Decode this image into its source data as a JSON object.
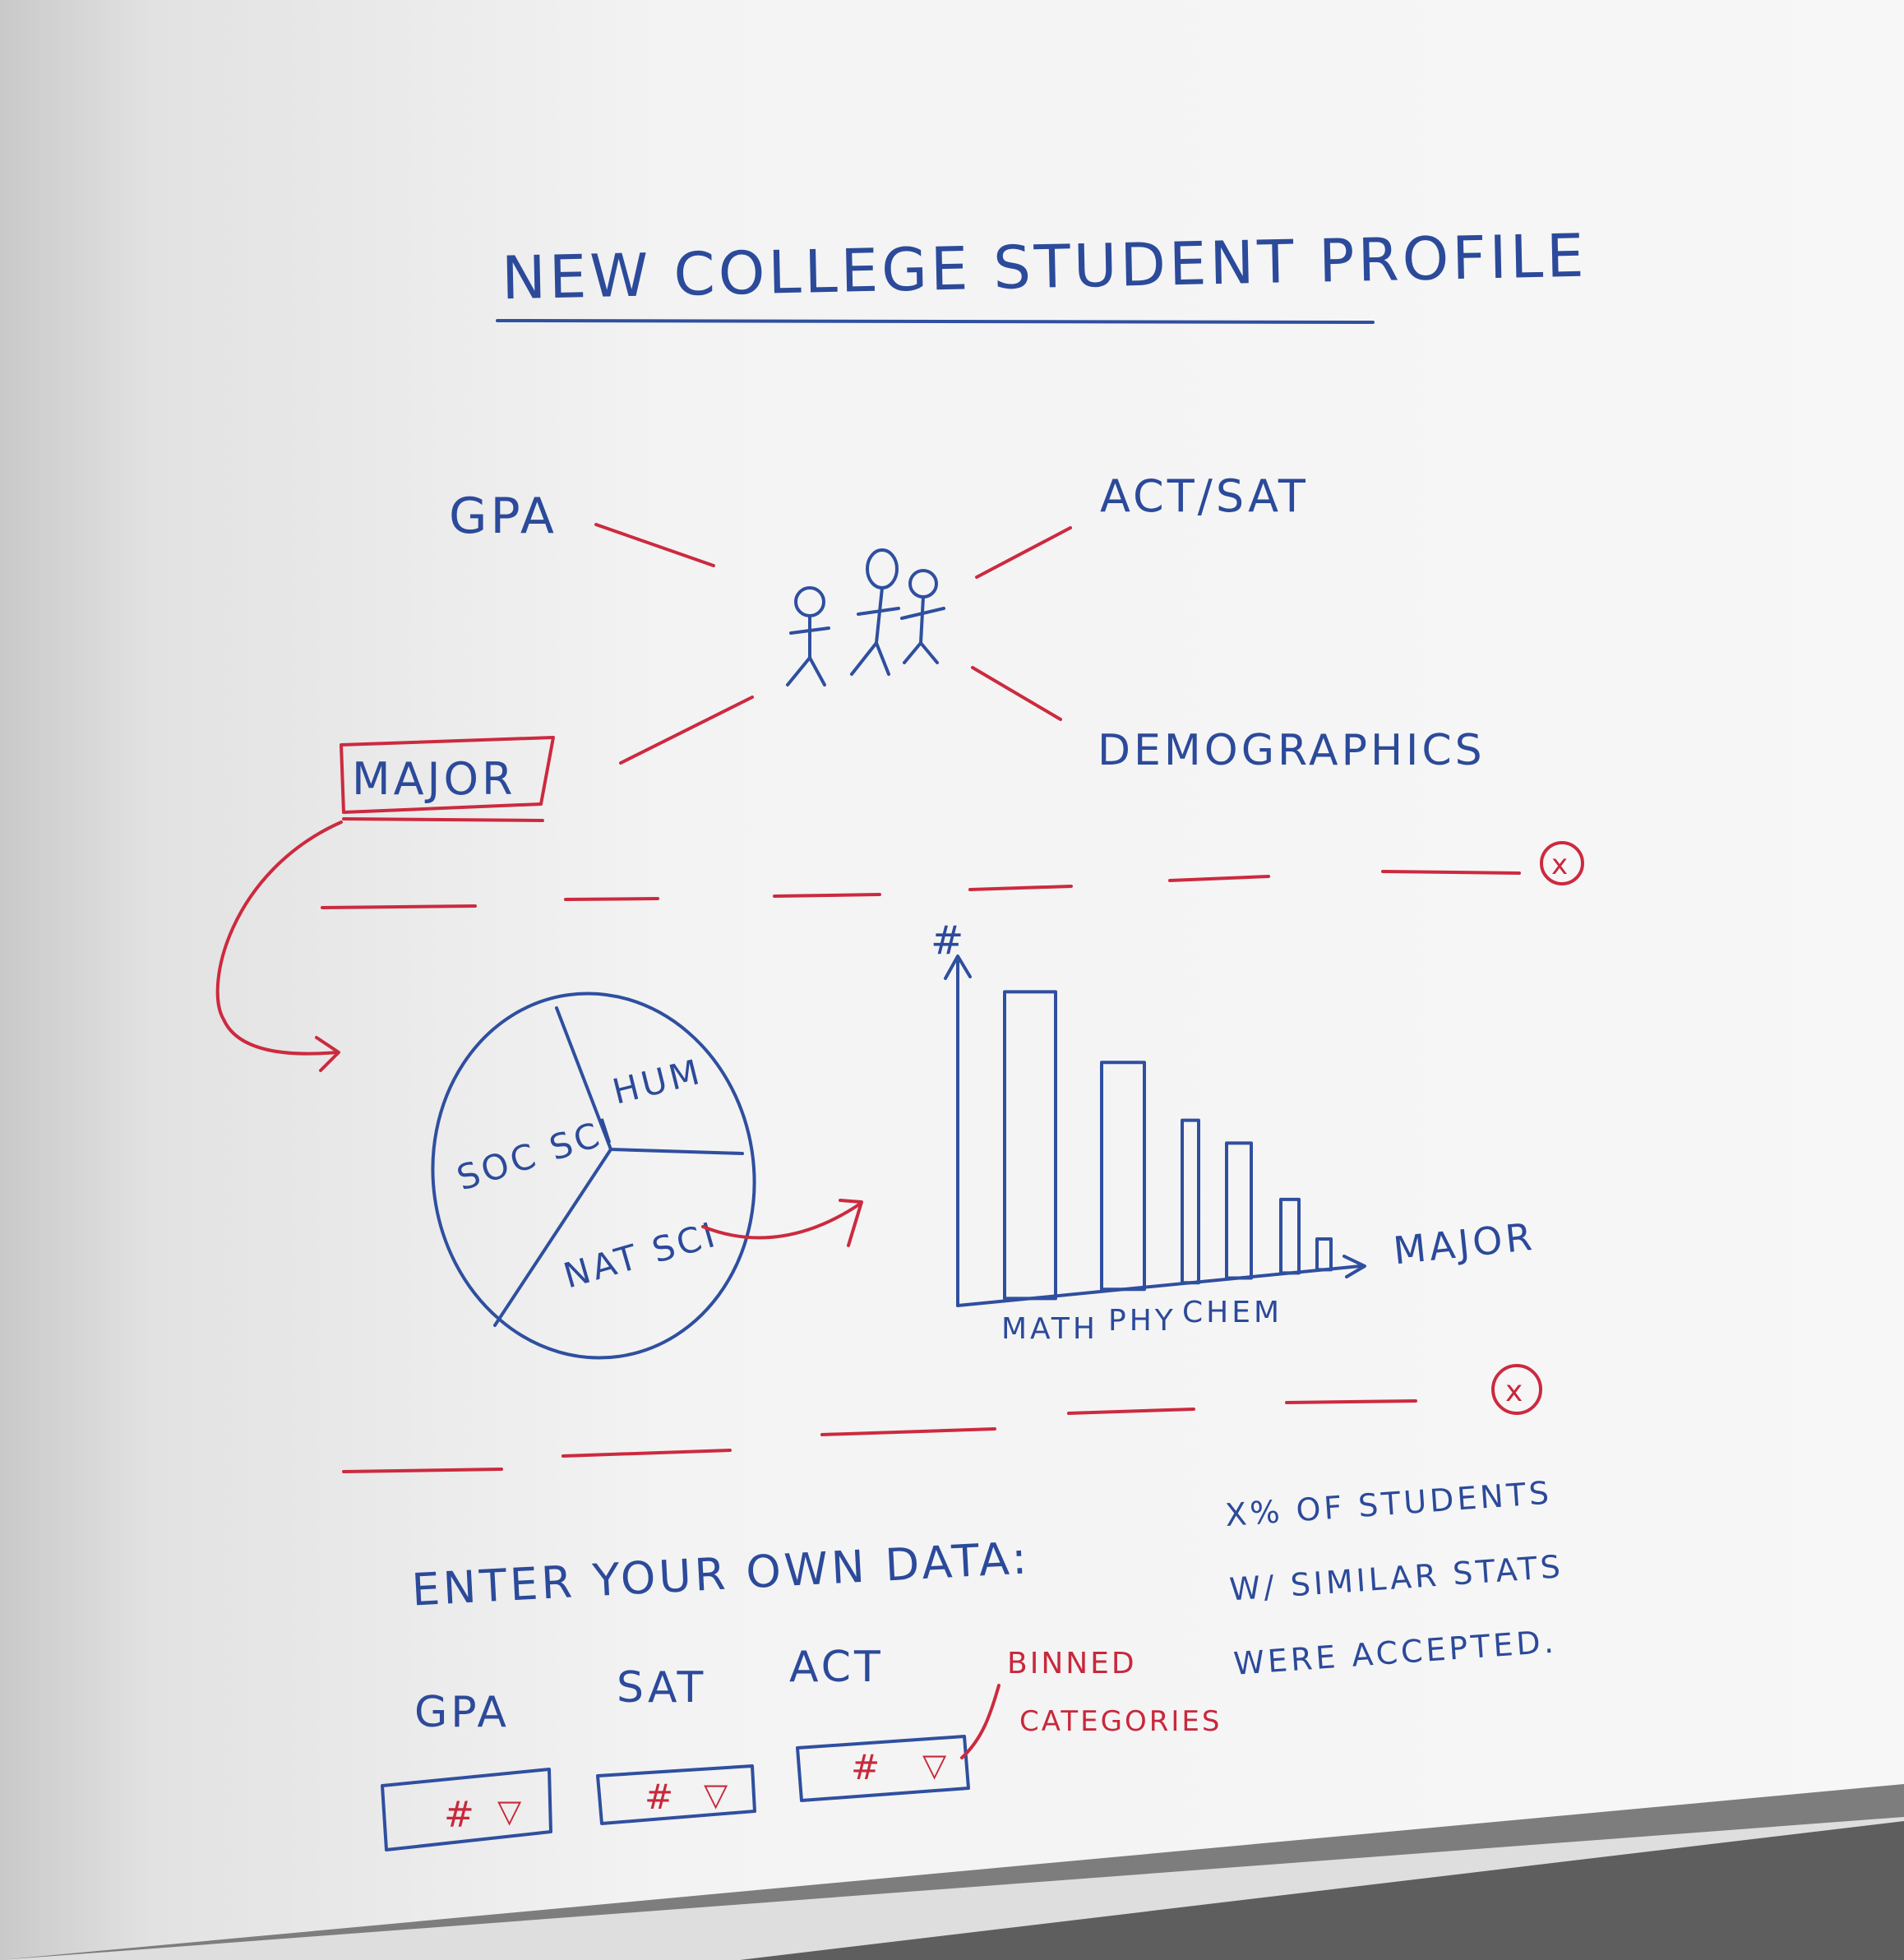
{
  "title": "NEW COLLEGE STUDENT PROFILE",
  "hub": {
    "gpa": "GPA",
    "act_sat": "ACT/SAT",
    "demographics": "DEMOGRAPHICS",
    "major": "MAJOR",
    "people_icon": "stick-figures-icon"
  },
  "panel_close_symbol": "x",
  "pie": {
    "slices": [
      "HUM",
      "SOC SCI",
      "NAT SCI"
    ]
  },
  "chart_data": {
    "type": "bar",
    "ylabel": "#",
    "xlabel": "MAJOR",
    "categories": [
      "MATH",
      "PHY",
      "CHEM",
      "",
      "",
      ""
    ],
    "values": [
      100,
      74,
      53,
      44,
      24,
      10
    ]
  },
  "input_section": {
    "heading": "ENTER YOUR OWN DATA:",
    "fields": [
      {
        "label": "GPA",
        "value": "#",
        "dropdown": "▽"
      },
      {
        "label": "SAT",
        "value": "#",
        "dropdown": "▽"
      },
      {
        "label": "ACT",
        "value": "#",
        "dropdown": "▽"
      }
    ],
    "annotation": [
      "BINNED",
      "CATEGORIES"
    ],
    "result": [
      "X% OF STUDENTS",
      "W/ SIMILAR STATS",
      "WERE ACCEPTED."
    ]
  },
  "colors": {
    "marker_blue": "#2f4f9f",
    "marker_red": "#cc2a3f",
    "board": "#f4f4f4"
  }
}
